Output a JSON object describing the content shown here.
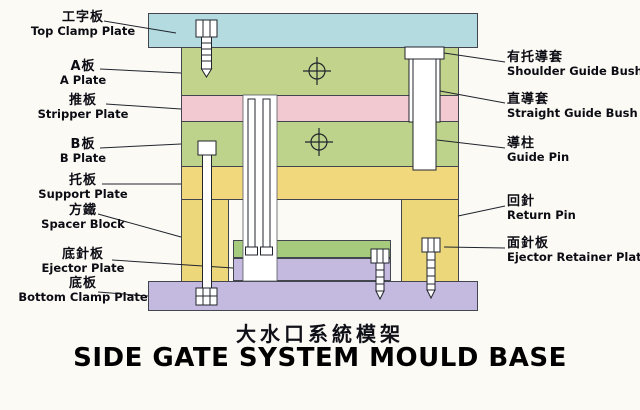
{
  "labels_left": [
    {
      "zh": "工字板",
      "en": "Top Clamp Plate"
    },
    {
      "zh": "A板",
      "en": "A Plate"
    },
    {
      "zh": "推板",
      "en": "Stripper Plate"
    },
    {
      "zh": "B板",
      "en": "B Plate"
    },
    {
      "zh": "托板",
      "en": "Support Plate"
    },
    {
      "zh": "方鐵",
      "en": "Spacer Block"
    },
    {
      "zh": "底針板",
      "en": "Ejector Plate"
    },
    {
      "zh": "底板",
      "en": "Bottom Clamp Plate"
    }
  ],
  "labels_right": [
    {
      "zh": "有托導套",
      "en": "Shoulder Guide Bush"
    },
    {
      "zh": "直導套",
      "en": "Straight Guide Bush"
    },
    {
      "zh": "導柱",
      "en": "Guide Pin"
    },
    {
      "zh": "回針",
      "en": "Return Pin"
    },
    {
      "zh": "面針板",
      "en": "Ejector Retainer Plate"
    }
  ],
  "title": {
    "zh": "大水口系統模架",
    "en": "SIDE GATE SYSTEM MOULD BASE"
  },
  "colors": {
    "top_clamp_plate": "#b3dbe0",
    "a_plate": "#c2d48c",
    "stripper_plate": "#f2c9d1",
    "b_plate": "#bdd28a",
    "support_plate": "#f2d87d",
    "spacer_block": "#ecd77b",
    "ejector_retainer_plate": "#a7cb7d",
    "ejector_plate": "#c4b9de",
    "bottom_clamp_plate": "#c4b9de",
    "outline": "#43464e"
  }
}
